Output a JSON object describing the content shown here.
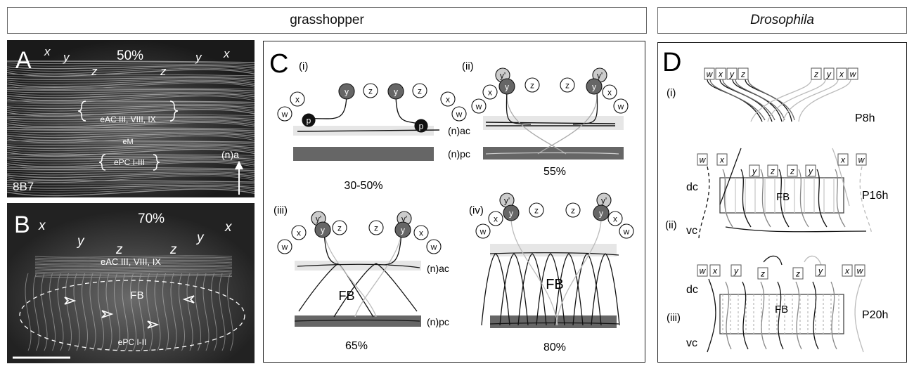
{
  "headers": {
    "grasshopper": "grasshopper",
    "drosophila": "Drosophila"
  },
  "panelA": {
    "letter": "A",
    "percent": "50%",
    "labels": {
      "x_left": "x",
      "y_left": "y",
      "z_left": "z",
      "z_right": "z",
      "y_right": "y",
      "x_right": "x"
    },
    "eac": "eAC III, VIII, IX",
    "em": "eM",
    "epc": "ePC I-III",
    "na": "(n)a",
    "antibody": "8B7"
  },
  "panelB": {
    "letter": "B",
    "percent": "70%",
    "labels": {
      "x_left": "x",
      "y_left": "y",
      "z_left": "z",
      "z_right": "z",
      "y_right": "y",
      "x_right": "x"
    },
    "eac": "eAC III, VIII, IX",
    "fb": "FB",
    "epc": "ePC I-II"
  },
  "panelC": {
    "letter": "C",
    "i": {
      "numeral": "(i)",
      "stage": "30-50%",
      "ac": "(n)ac",
      "pc": "(n)pc",
      "w": "w",
      "x": "x",
      "y": "y",
      "z": "z",
      "p": "p"
    },
    "ii": {
      "numeral": "(ii)",
      "stage": "55%",
      "w": "w",
      "x": "x",
      "y": "y",
      "yp": "y'",
      "z": "z"
    },
    "iii": {
      "numeral": "(iii)",
      "stage": "65%",
      "ac": "(n)ac",
      "pc": "(n)pc",
      "fb": "FB",
      "w": "w",
      "x": "x",
      "y": "y",
      "yp": "y'",
      "z": "z"
    },
    "iv": {
      "numeral": "(iv)",
      "stage": "80%",
      "fb": "FB",
      "w": "w",
      "x": "x",
      "y": "y",
      "yp": "y'",
      "z": "z"
    }
  },
  "panelD": {
    "letter": "D",
    "i": {
      "numeral": "(i)",
      "stage": "P8h",
      "w": "w",
      "x": "x",
      "y": "y",
      "z": "z"
    },
    "ii": {
      "numeral": "(ii)",
      "stage": "P16h",
      "fb": "FB",
      "dc": "dc",
      "vc": "vc",
      "w": "w",
      "x": "x",
      "y": "y",
      "z": "z"
    },
    "iii": {
      "numeral": "(iii)",
      "stage": "P20h",
      "fb": "FB",
      "dc": "dc",
      "vc": "vc",
      "w": "w",
      "x": "x",
      "y": "y",
      "z": "z"
    }
  },
  "colors": {
    "micro_bg": "#1a1a1a",
    "fiber": "#e8e8e8",
    "dark_bar": "#666666",
    "light_bar": "#e6e6e6",
    "neuron_dark": "#555555",
    "neuron_black": "#111111",
    "fiber_gray": "#b5b5b5"
  }
}
